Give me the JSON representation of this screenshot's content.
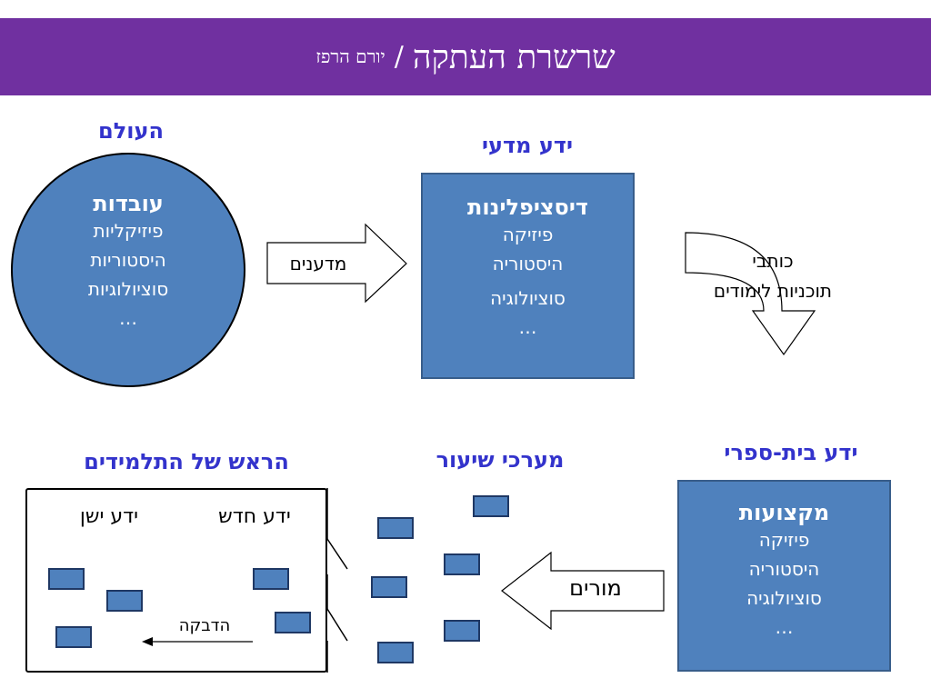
{
  "header": {
    "title": "שרשרת העתקה",
    "separator": "/",
    "author": "יורם הרפז"
  },
  "world": {
    "heading": "העולם",
    "title": "עובדות",
    "items": [
      "פיזיקליות",
      "היסטוריות",
      "סוציולוגיות"
    ],
    "ellipsis": "…"
  },
  "scientific": {
    "heading": "ידע מדעי",
    "title": "דיסציפלינות",
    "items": [
      "פיזיקה",
      "היסטוריה",
      "סוציולוגיה"
    ],
    "ellipsis": "…"
  },
  "school": {
    "heading": "ידע בית-ספרי",
    "title": "מקצועות",
    "items": [
      "פיזיקה",
      "היסטוריה",
      "סוציולוגיה"
    ],
    "ellipsis": "…"
  },
  "lessons": {
    "heading": "מערכי שיעור"
  },
  "students": {
    "heading": "הראש של התלמידים",
    "old_knowledge": "ידע ישן",
    "new_knowledge": "ידע חדש",
    "attach": "הדבקה"
  },
  "arrows": {
    "scientists": "מדענים",
    "curriculum_line1": "כותבי",
    "curriculum_line2": "תוכניות לימודים",
    "teachers": "מורים"
  },
  "colors": {
    "header_bg": "#7030a0",
    "heading_text": "#3333cc",
    "box_fill": "#4f81bd"
  }
}
